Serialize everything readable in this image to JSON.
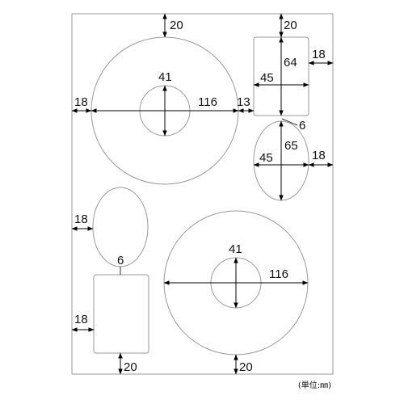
{
  "colors": {
    "sheet_border": "#999999",
    "label_outline": "#999999",
    "arrow": "#000000",
    "text": "#111111"
  },
  "dimensions": {
    "top_margin_large_disc": "20",
    "left_margin_large_disc": "18",
    "large_disc_hole_top": "41",
    "large_disc_diameter_top": "116",
    "gap_disc_to_rect": "13",
    "top_margin_small_rect": "20",
    "small_rect_height": "64",
    "small_rect_width": "45",
    "right_margin_small_rect": "18",
    "gap_rect_to_oval": "6",
    "oval_height": "65",
    "oval_width": "45",
    "right_margin_oval": "18",
    "left_margin_left_oval": "18",
    "gap_left_oval_to_rect": "6",
    "large_disc_hole_bottom": "41",
    "large_disc_diameter_bottom": "116",
    "left_margin_bottom_rect": "18",
    "bottom_margin_left_rect": "20",
    "bottom_margin_disc": "20"
  },
  "unit_note": "(単位:㎜)"
}
